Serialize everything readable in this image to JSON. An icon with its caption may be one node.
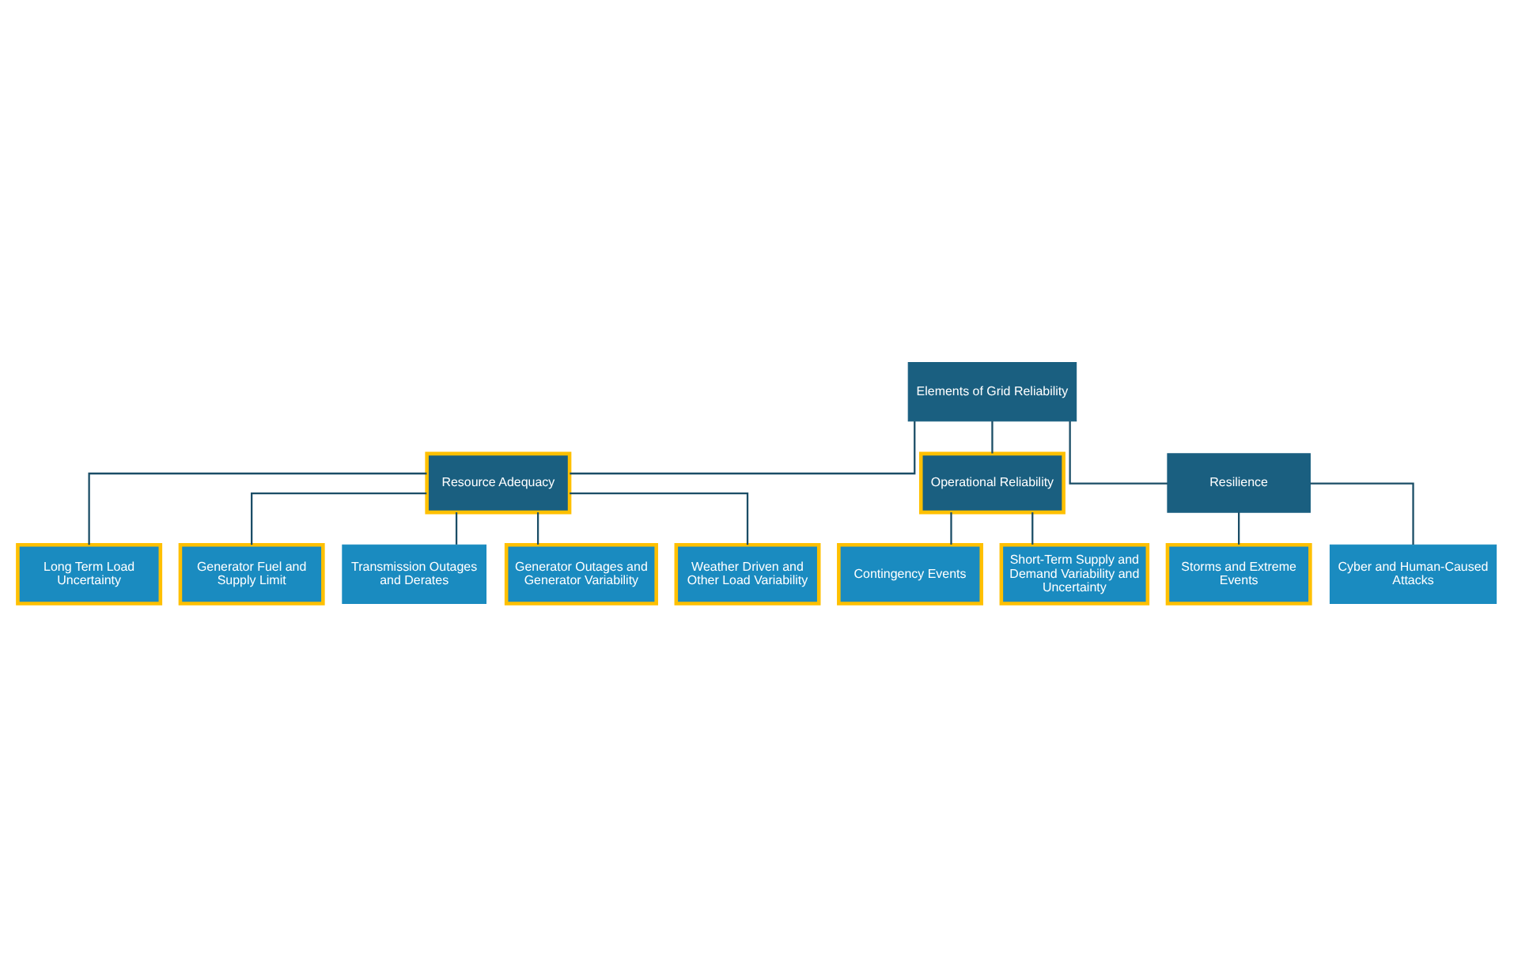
{
  "diagram": {
    "nodes": [
      {
        "text": [
          "Elements of Grid Reliability"
        ]
      },
      {
        "text": [
          "Resource Adequacy"
        ]
      },
      {
        "text": [
          "Operational Reliability"
        ]
      },
      {
        "text": [
          "Resilience"
        ]
      },
      {
        "text": [
          "Long Term Load Uncertainty"
        ]
      },
      {
        "text": [
          "Generator Fuel and Supply Limit"
        ]
      },
      {
        "text": [
          "Transmission Outages and Derates"
        ]
      },
      {
        "text": [
          "Generator Outages and Generator Variability"
        ]
      },
      {
        "text": [
          "Weather Driven and Other Load Variability"
        ]
      },
      {
        "text": [
          "Contingency Events"
        ]
      },
      {
        "text": [
          "Short-Term Supply and Demand Variability and Uncertainty"
        ]
      },
      {
        "text": [
          "Storms and Extreme Events"
        ]
      },
      {
        "text": [
          "Cyber and Human-Caused Attacks"
        ]
      }
    ],
    "edges": [
      {
        "from": 0,
        "to": 1,
        "arrow": "none"
      },
      {
        "from": 0,
        "to": 2,
        "arrow": "none"
      },
      {
        "from": 0,
        "to": 3,
        "arrow": "none"
      },
      {
        "from": 1,
        "to": 4,
        "arrow": "none"
      },
      {
        "from": 1,
        "to": 5,
        "arrow": "none"
      },
      {
        "from": 1,
        "to": 6,
        "arrow": "none"
      },
      {
        "from": 1,
        "to": 7,
        "arrow": "none"
      },
      {
        "from": 1,
        "to": 8,
        "arrow": "none"
      },
      {
        "from": 2,
        "to": 9,
        "arrow": "none"
      },
      {
        "from": 2,
        "to": 10,
        "arrow": "none"
      },
      {
        "from": 3,
        "to": 11,
        "arrow": "none"
      },
      {
        "from": 3,
        "to": 12,
        "arrow": "none"
      }
    ]
  }
}
